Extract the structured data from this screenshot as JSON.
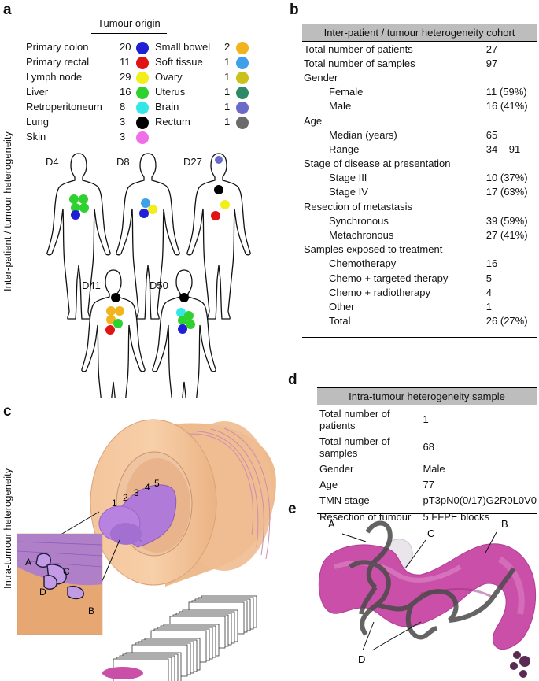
{
  "panels": {
    "a": "a",
    "b": "b",
    "c": "c",
    "d": "d",
    "e": "e"
  },
  "panel_a": {
    "legend_title": "Tumour origin",
    "side_label": "Inter-patient / tumour heterogeneity",
    "origins_left": [
      {
        "name": "Primary colon",
        "count": "20",
        "color": "#1f1fd6"
      },
      {
        "name": "Primary rectal",
        "count": "11",
        "color": "#e01414"
      },
      {
        "name": "Lymph node",
        "count": "29",
        "color": "#f2ee1a"
      },
      {
        "name": "Liver",
        "count": "16",
        "color": "#2fd12f"
      },
      {
        "name": "Retroperitoneum",
        "count": "8",
        "color": "#35e6e6"
      },
      {
        "name": "Lung",
        "count": "3",
        "color": "#000000"
      },
      {
        "name": "Skin",
        "count": "3",
        "color": "#f06ee8"
      }
    ],
    "origins_right": [
      {
        "name": "Small bowel",
        "count": "2",
        "color": "#f2b41e"
      },
      {
        "name": "Soft tissue",
        "count": "1",
        "color": "#3fa0ea"
      },
      {
        "name": "Ovary",
        "count": "1",
        "color": "#c8c21a"
      },
      {
        "name": "Uterus",
        "count": "1",
        "color": "#2e8a66"
      },
      {
        "name": "Brain",
        "count": "1",
        "color": "#6a6ac8"
      },
      {
        "name": "Rectum",
        "count": "1",
        "color": "#6b6b6b"
      }
    ],
    "patients": [
      "D4",
      "D8",
      "D27",
      "D41",
      "D50"
    ]
  },
  "panel_b": {
    "header": "Inter-patient / tumour heterogeneity cohort",
    "rows": [
      {
        "label": "Total number of patients",
        "value": "27",
        "indent": false
      },
      {
        "label": "Total number of samples",
        "value": "97",
        "indent": false
      },
      {
        "label": "Gender",
        "value": "",
        "indent": false
      },
      {
        "label": "Female",
        "value": "11 (59%)",
        "indent": true
      },
      {
        "label": "Male",
        "value": "16 (41%)",
        "indent": true
      },
      {
        "label": "Age",
        "value": "",
        "indent": false
      },
      {
        "label": "Median (years)",
        "value": "65",
        "indent": true
      },
      {
        "label": "Range",
        "value": "34 – 91",
        "indent": true
      },
      {
        "label": "Stage of disease at presentation",
        "value": "",
        "indent": false
      },
      {
        "label": "Stage III",
        "value": "10 (37%)",
        "indent": true
      },
      {
        "label": "Stage IV",
        "value": "17 (63%)",
        "indent": true
      },
      {
        "label": "Resection of metastasis",
        "value": "",
        "indent": false
      },
      {
        "label": "Synchronous",
        "value": "39 (59%)",
        "indent": true
      },
      {
        "label": "Metachronous",
        "value": "27 (41%)",
        "indent": true
      },
      {
        "label": "Samples exposed to treatment",
        "value": "",
        "indent": false
      },
      {
        "label": "Chemotherapy",
        "value": "16",
        "indent": true
      },
      {
        "label": "Chemo + targeted therapy",
        "value": "5",
        "indent": true
      },
      {
        "label": "Chemo + radiotherapy",
        "value": "4",
        "indent": true
      },
      {
        "label": "Other",
        "value": "1",
        "indent": true
      },
      {
        "label": "Total",
        "value": "26 (27%)",
        "indent": true
      }
    ]
  },
  "panel_c": {
    "side_label": "Intra-tumour heterogeneity",
    "ring_numbers": [
      "1",
      "2",
      "3",
      "4",
      "5"
    ],
    "inset_letters": [
      "A",
      "B",
      "C",
      "D"
    ]
  },
  "panel_d": {
    "header": "Intra-tumour heterogeneity sample",
    "rows": [
      {
        "label": "Total number of patients",
        "value": "1"
      },
      {
        "label": "Total number of samples",
        "value": "68"
      },
      {
        "label": "Gender",
        "value": "Male"
      },
      {
        "label": "Age",
        "value": "77"
      },
      {
        "label": "TMN stage",
        "value": "pT3pN0(0/17)G2R0L0V0"
      },
      {
        "label": "Resection of tumour",
        "value": "5 FFPE blocks"
      }
    ]
  },
  "panel_e": {
    "letters": [
      "A",
      "B",
      "C",
      "D"
    ]
  }
}
